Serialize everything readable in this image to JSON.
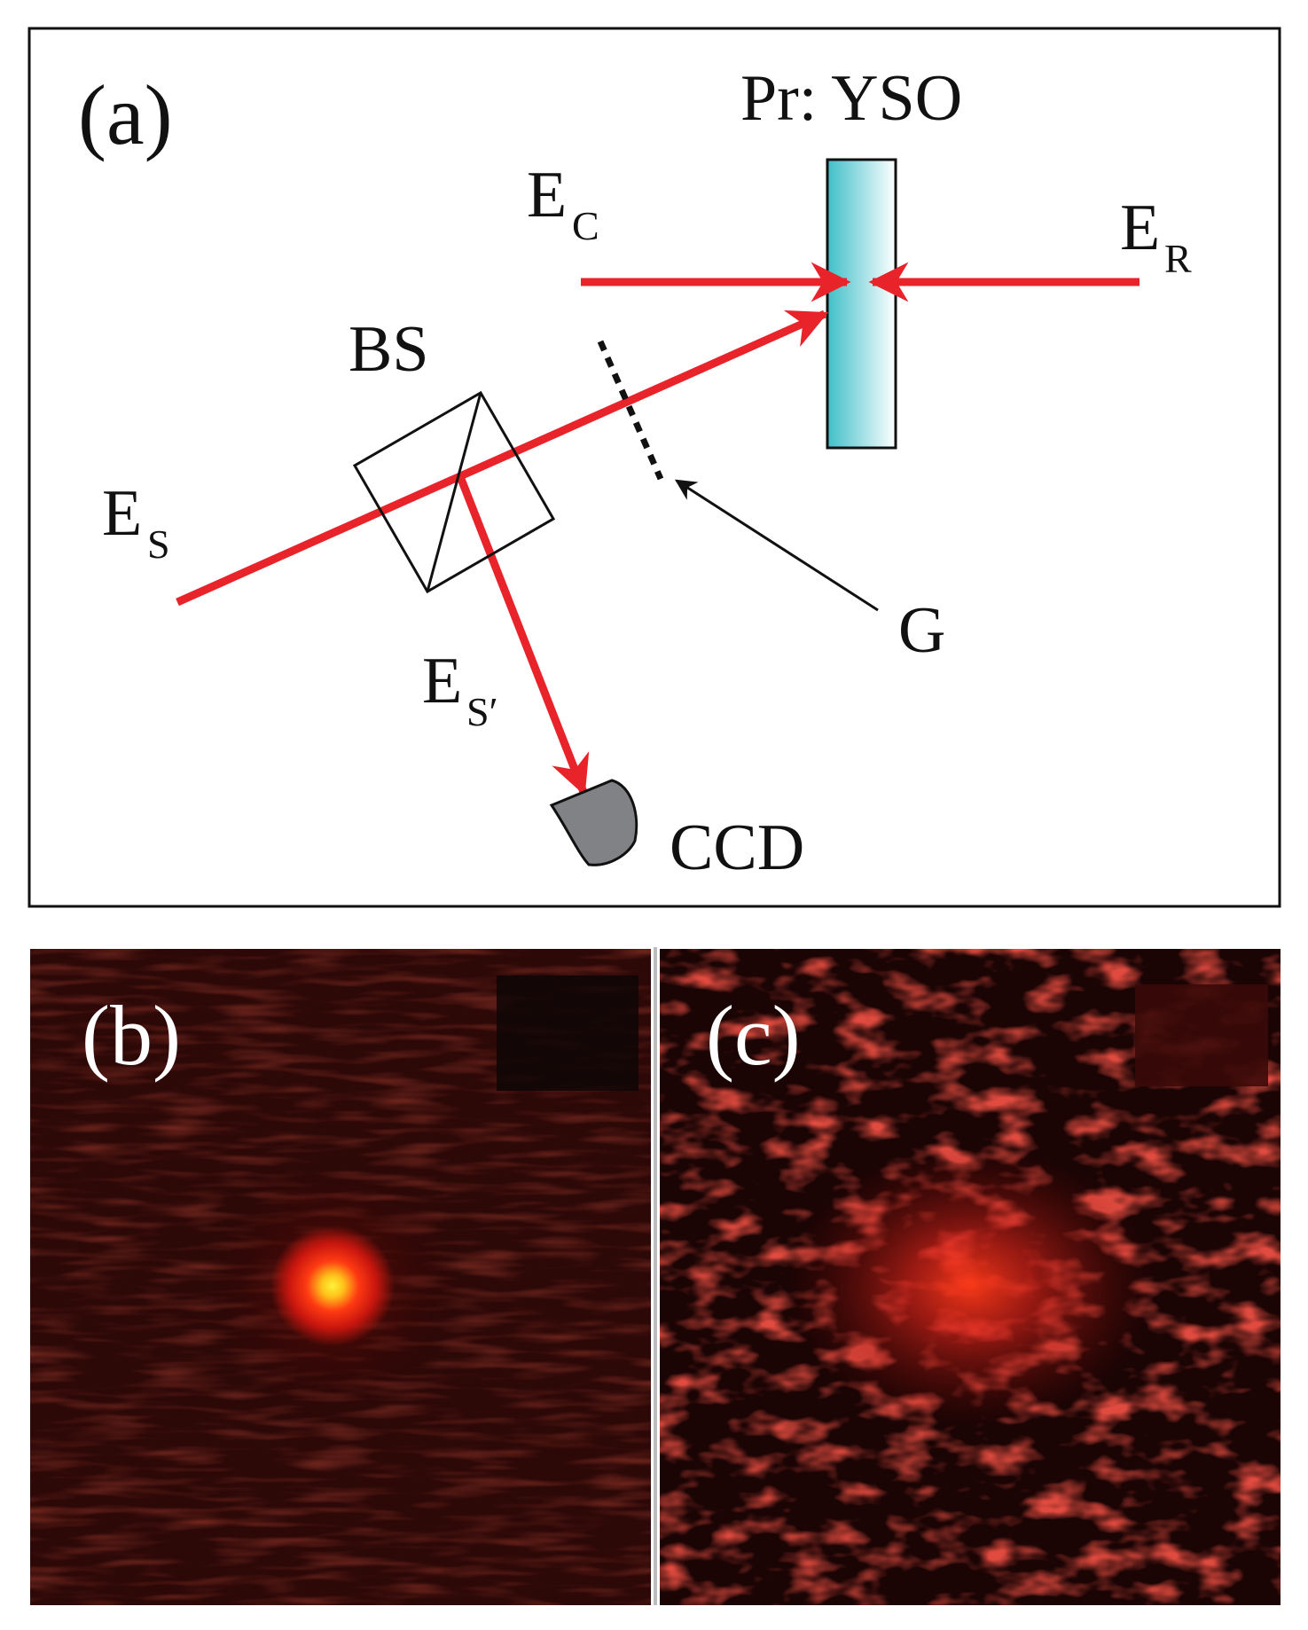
{
  "panel_a": {
    "label": "(a)",
    "crystal_label": "Pr: YSO",
    "bs_label": "BS",
    "grating_label": "G",
    "detector_label": "CCD",
    "beams": {
      "control": {
        "main": "E",
        "sub": "C"
      },
      "read": {
        "main": "E",
        "sub": "R"
      },
      "signal": {
        "main": "E",
        "sub": "S"
      },
      "reflected": {
        "main": "E",
        "sub": "S′"
      }
    },
    "colors": {
      "beam": "#e8232a",
      "crystal_left": "#3fbfc8",
      "crystal_right": "#ffffff",
      "detector": "#808285"
    }
  },
  "panel_b": {
    "label": "(b)"
  },
  "panel_c": {
    "label": "(c)"
  }
}
